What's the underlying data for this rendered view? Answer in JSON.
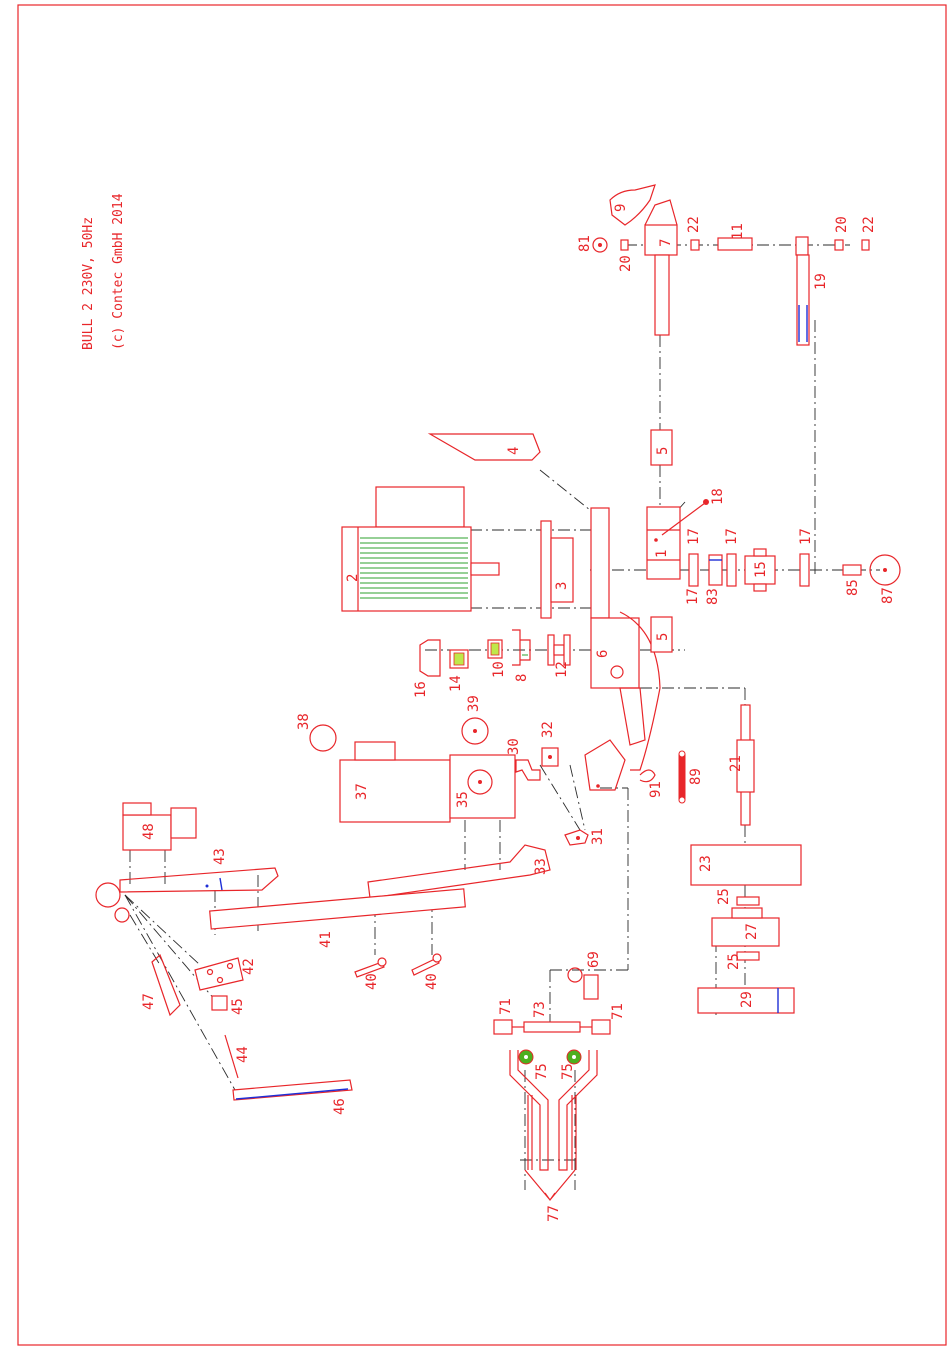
{
  "title_block": {
    "line1": "BULL 2 230V, 50Hz",
    "line2": "(c) Contec GmbH 2014"
  },
  "colors": {
    "lines": "#e8262a",
    "centerlines": "#2b2b2b",
    "windings": "#2ca02c",
    "highlights": "#1f2fd6",
    "green_fill": "#4caf1e"
  },
  "part_numbers": [
    "1",
    "2",
    "3",
    "4",
    "5",
    "5",
    "6",
    "7",
    "8",
    "9",
    "10",
    "11",
    "12",
    "14",
    "15",
    "16",
    "17",
    "17",
    "17",
    "17",
    "18",
    "19",
    "20",
    "20",
    "21",
    "22",
    "22",
    "23",
    "25",
    "25",
    "27",
    "29",
    "30",
    "31",
    "32",
    "33",
    "35",
    "37",
    "38",
    "39",
    "40",
    "40",
    "41",
    "42",
    "43",
    "44",
    "45",
    "46",
    "47",
    "48",
    "69",
    "71",
    "71",
    "73",
    "75",
    "75",
    "77",
    "81",
    "83",
    "85",
    "87",
    "89",
    "91"
  ]
}
